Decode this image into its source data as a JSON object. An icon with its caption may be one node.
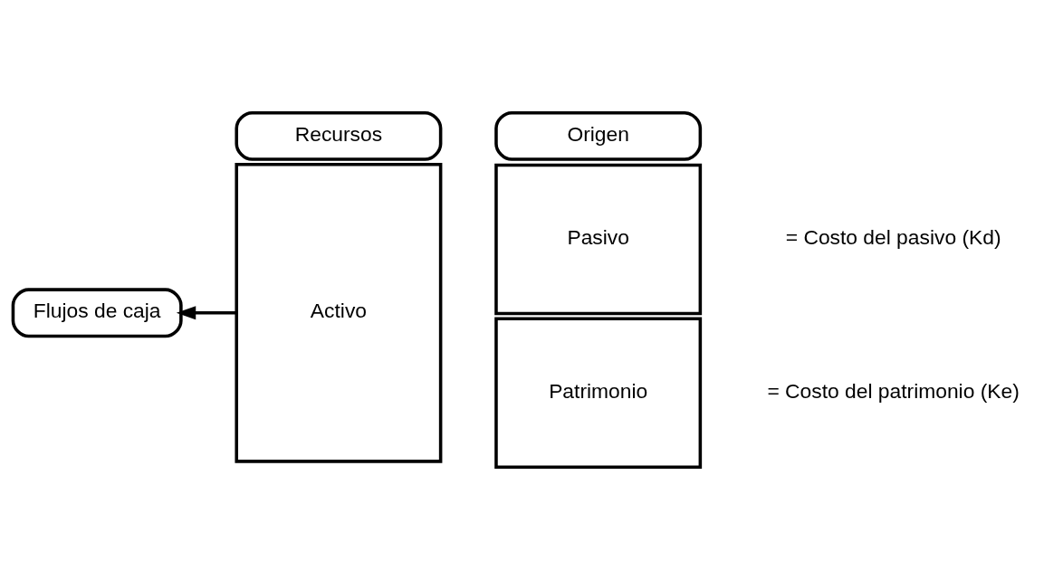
{
  "diagram": {
    "nodes": [
      {
        "text": [
          "Recursos"
        ]
      },
      {
        "text": [
          "Origen"
        ]
      },
      {
        "text": [
          "Activo"
        ]
      },
      {
        "text": [
          "Pasivo"
        ],
        "beside": [
          "= Costo del pasivo (Kd)"
        ]
      },
      {
        "text": [
          "Patrimonio"
        ],
        "beside": [
          "= Costo del patrimonio (Ke)"
        ]
      },
      {
        "text": [
          "Flujos de caja"
        ]
      }
    ],
    "edges": [
      {
        "from": 2,
        "to": 5,
        "arrow": "to"
      }
    ]
  }
}
